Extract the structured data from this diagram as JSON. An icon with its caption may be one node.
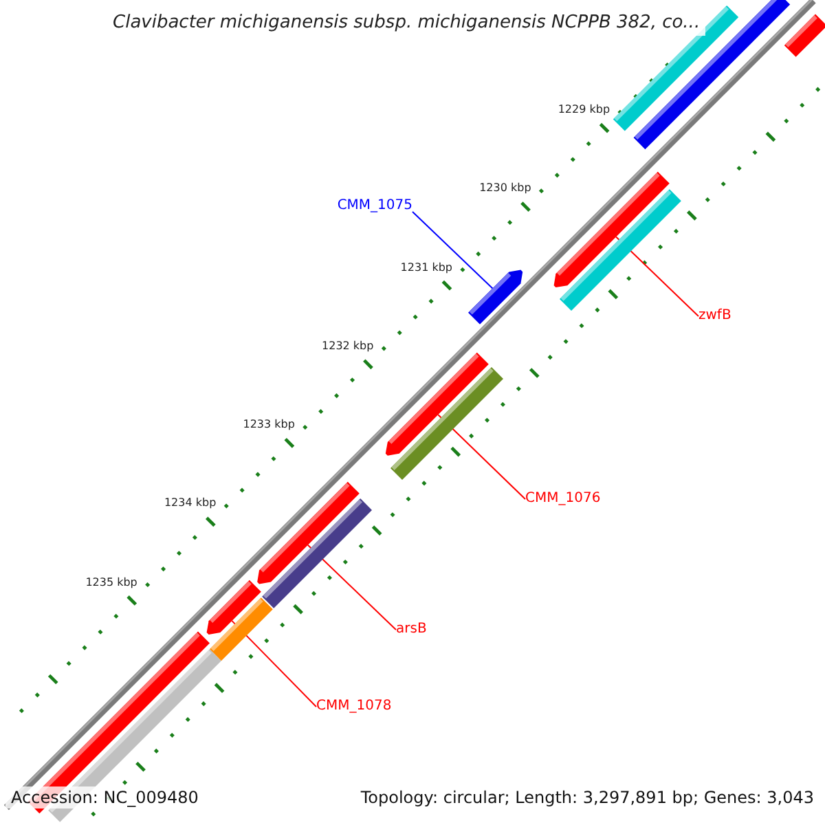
{
  "diagram": {
    "title": "Clavibacter michiganensis subsp. michiganensis NCPPB 382, co...",
    "nodes": [
      {
        "text": [
          "CMM_1075"
        ]
      },
      {
        "text": [],
        "shape": "bar"
      },
      {
        "text": [],
        "shape": "bar"
      },
      {
        "text": [
          "zwfB"
        ]
      },
      {
        "text": [],
        "shape": "bar"
      },
      {
        "text": [
          "CMM_1076"
        ]
      },
      {
        "text": [],
        "shape": "bar"
      },
      {
        "text": [
          "arsB"
        ]
      },
      {
        "text": [],
        "shape": "bar"
      },
      {
        "text": [
          "CMM_1078"
        ]
      }
    ],
    "edges": [
      {
        "from": 0,
        "to": 1,
        "arrow": "none",
        "color": "#0000ff"
      },
      {
        "from": 3,
        "to": 2,
        "arrow": "none"
      },
      {
        "from": 5,
        "to": 4,
        "arrow": "none"
      },
      {
        "from": 7,
        "to": 6,
        "arrow": "none"
      },
      {
        "from": 9,
        "to": 8,
        "arrow": "none"
      }
    ],
    "labels": [
      "1229 kbp",
      "1230 kbp",
      "1231 kbp",
      "1232 kbp",
      "1233 kbp",
      "1234 kbp",
      "1235 kbp",
      "Accession: NC_009480",
      "Topology: circular; Length: 3,297,891 bp; Genes: 3,043"
    ]
  }
}
